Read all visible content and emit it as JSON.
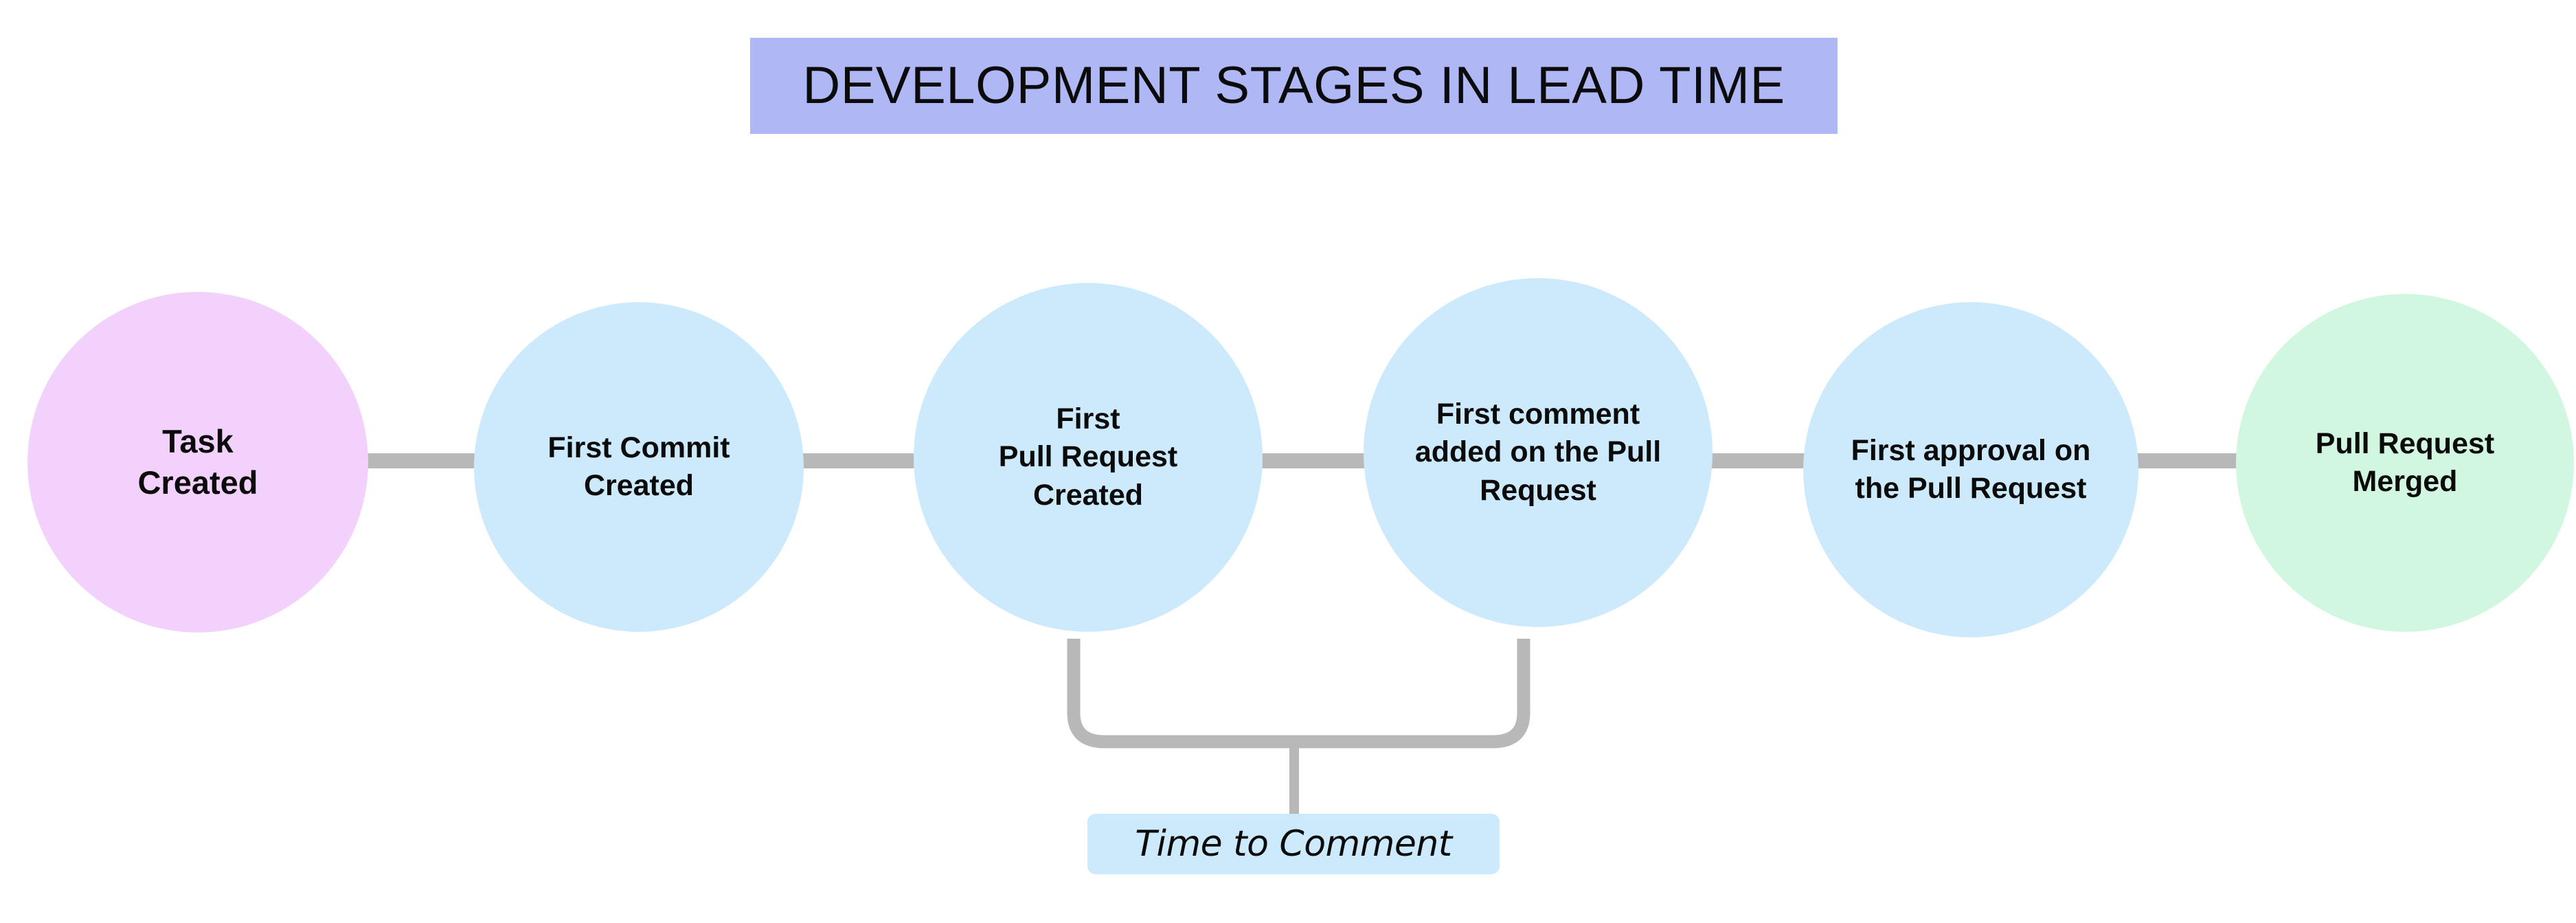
{
  "diagram": {
    "title": "DEVELOPMENT STAGES IN LEAD TIME",
    "background_color": "#ffffff",
    "title_background_color": "#AFB8F5",
    "connector_color": "#B8B8B8"
  },
  "nodes": [
    {
      "id": "task-created",
      "label": "Task\nCreated",
      "color": "#F2D2FD"
    },
    {
      "id": "first-commit-created",
      "label": "First Commit\nCreated",
      "color": "#CDE9FC"
    },
    {
      "id": "first-pull-request-created",
      "label": "First\nPull Request\nCreated",
      "color": "#CDE9FC"
    },
    {
      "id": "first-comment-on-pull-request",
      "label": "First comment\nadded on the Pull\nRequest",
      "color": "#CDE9FC"
    },
    {
      "id": "first-approval-on-pull-request",
      "label": "First approval on\nthe Pull Request",
      "color": "#CDE9FC"
    },
    {
      "id": "pull-request-merged",
      "label": "Pull Request\nMerged",
      "color": "#D2F7E0"
    }
  ],
  "metric": {
    "label": "Time to Comment",
    "color": "#CDE9FC",
    "from_node": "first-pull-request-created",
    "to_node": "first-comment-on-pull-request"
  }
}
